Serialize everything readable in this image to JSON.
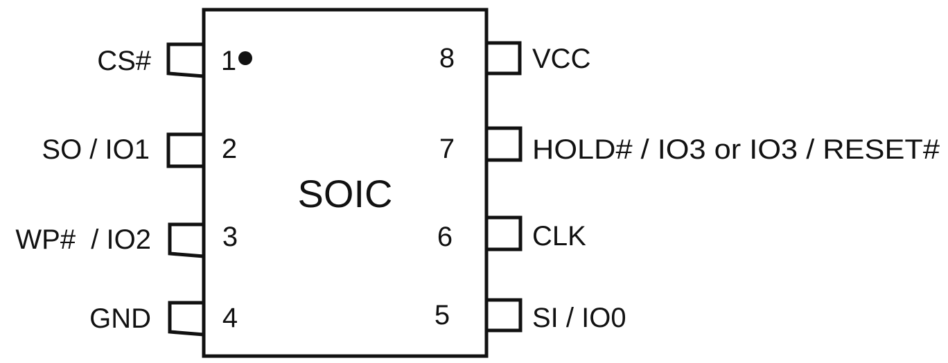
{
  "package": {
    "name": "SOIC",
    "pin1_marker": "dot"
  },
  "pins": [
    {
      "number": "1",
      "signal": "CS#"
    },
    {
      "number": "2",
      "signal": "SO / IO1"
    },
    {
      "number": "3",
      "signal": "WP#  / IO2"
    },
    {
      "number": "4",
      "signal": "GND"
    },
    {
      "number": "5",
      "signal": "SI / IO0"
    },
    {
      "number": "6",
      "signal": "CLK"
    },
    {
      "number": "7",
      "signal": "HOLD# / IO3 or IO3 / RESET#"
    },
    {
      "number": "8",
      "signal": "VCC"
    }
  ],
  "colors": {
    "stroke": "#111111",
    "background": "#ffffff"
  }
}
